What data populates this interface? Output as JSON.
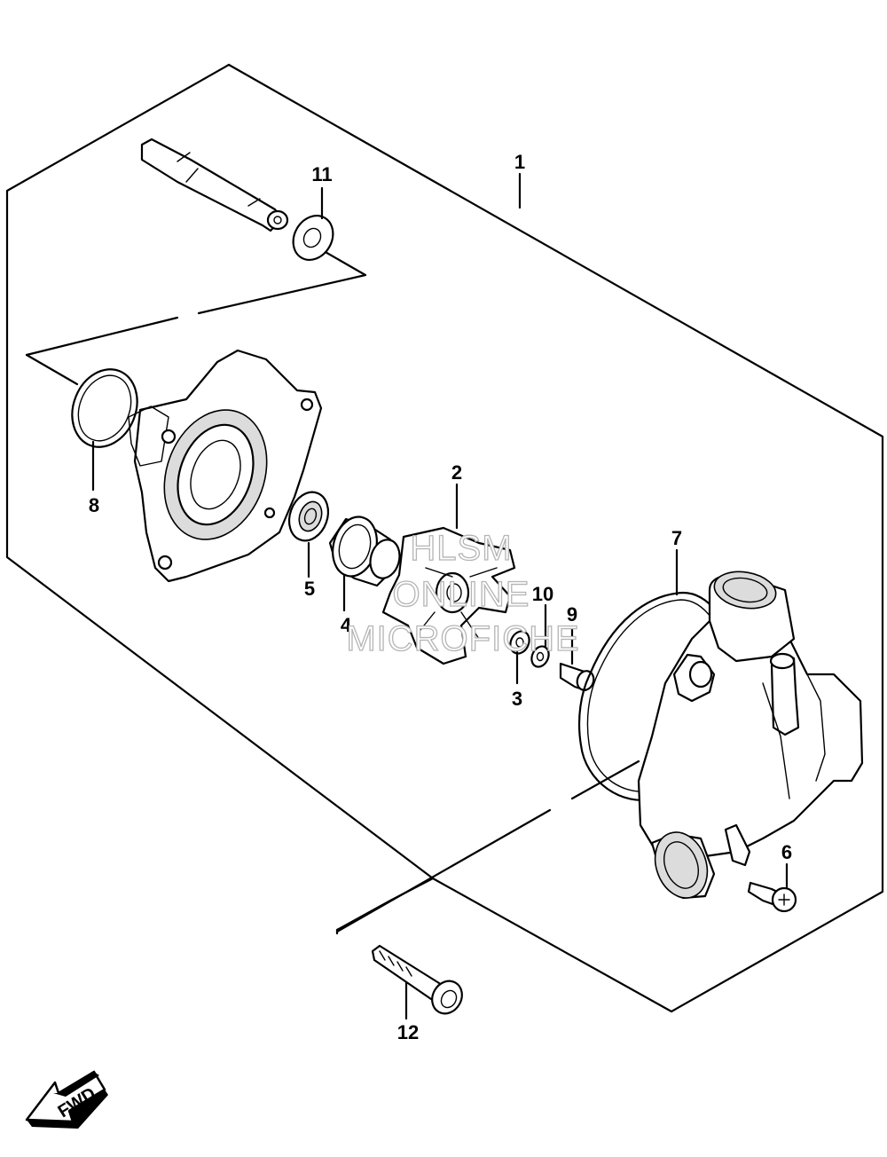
{
  "watermark": {
    "line1": "HLSM",
    "line2": "ONLINE",
    "line3": "MICROFICHE"
  },
  "fwd_label": "FWD",
  "callouts": [
    {
      "id": "c1",
      "label": "1"
    },
    {
      "id": "c2",
      "label": "2"
    },
    {
      "id": "c3",
      "label": "3"
    },
    {
      "id": "c4",
      "label": "4"
    },
    {
      "id": "c5",
      "label": "5"
    },
    {
      "id": "c6",
      "label": "6"
    },
    {
      "id": "c7",
      "label": "7"
    },
    {
      "id": "c8",
      "label": "8"
    },
    {
      "id": "c9",
      "label": "9"
    },
    {
      "id": "c10",
      "label": "10"
    },
    {
      "id": "c11",
      "label": "11"
    },
    {
      "id": "c12",
      "label": "12"
    }
  ]
}
